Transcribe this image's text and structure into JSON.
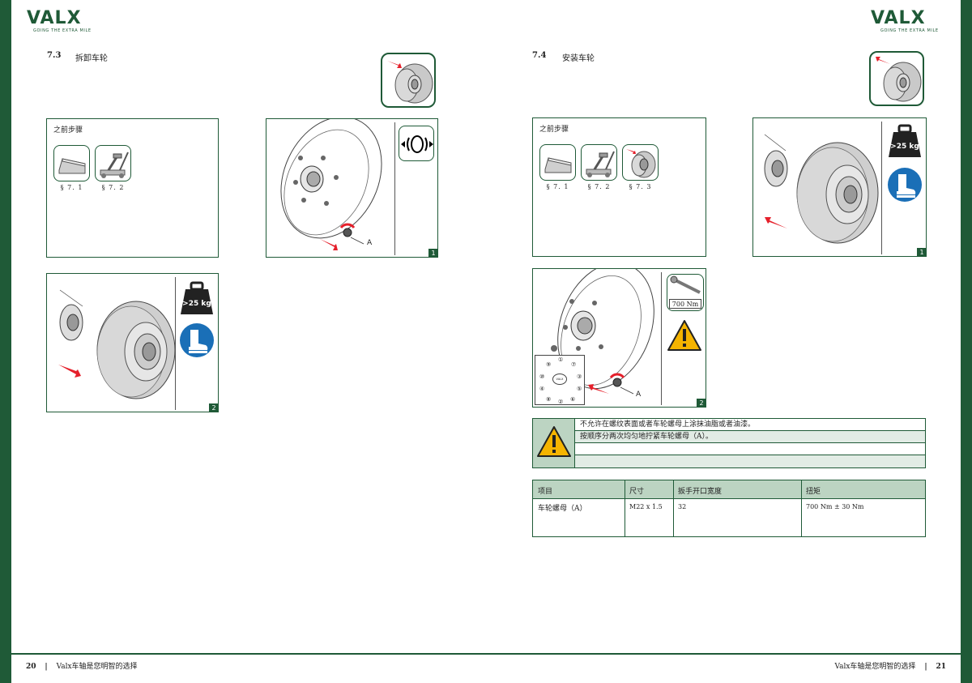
{
  "brand": {
    "name": "VALX",
    "tagline": "GOING THE EXTRA MILE",
    "color": "#1f5a37",
    "light_green": "#bcd4c2",
    "arrow_red": "#e5202b"
  },
  "left_page": {
    "section_number": "7.3",
    "section_title": "拆卸车轮",
    "prev_steps": {
      "title": "之前步骤",
      "items": [
        {
          "icon": "wheel-chock-icon",
          "label": "§ 7. 1"
        },
        {
          "icon": "jack-icon",
          "label": "§ 7. 2"
        }
      ]
    },
    "figure1": {
      "step": "1",
      "callout": "A",
      "icon": "wheel-play-icon"
    },
    "figure2": {
      "step": "2",
      "weight_label": ">25 kg",
      "icon": "safety-boot-icon"
    },
    "page_number": "20",
    "footer_text": "Valx车轴是您明智的选择"
  },
  "right_page": {
    "section_number": "7.4",
    "section_title": "安装车轮",
    "prev_steps": {
      "title": "之前步骤",
      "items": [
        {
          "icon": "wheel-chock-icon",
          "label": "§ 7. 1"
        },
        {
          "icon": "jack-icon",
          "label": "§ 7. 2"
        },
        {
          "icon": "wheel-removal-icon",
          "label": "§ 7. 3"
        }
      ]
    },
    "figure1": {
      "step": "1",
      "weight_label": ">25 kg",
      "icon": "safety-boot-icon"
    },
    "figure2": {
      "step": "2",
      "callout": "A",
      "torque_label": "700 Nm",
      "sequence": [
        "①",
        "⑦",
        "③",
        "⑤",
        "⑥",
        "②",
        "⑧",
        "④",
        "⑩",
        "⑨"
      ],
      "hub_label": "VALX"
    },
    "warnings": [
      "不允许在螺纹表面或者车轮螺母上涂抹油脂或者油漆。",
      "按顺序分两次均匀地拧紧车轮螺母（A）。",
      "",
      ""
    ],
    "spec_table": {
      "headers": [
        "项目",
        "尺寸",
        "扳手开口宽度",
        "扭矩"
      ],
      "row": [
        "车轮螺母（A）",
        "M22 x 1.5",
        "32",
        "700 Nm ± 30 Nm"
      ]
    },
    "page_number": "21",
    "footer_text": "Valx车轴是您明智的选择"
  }
}
